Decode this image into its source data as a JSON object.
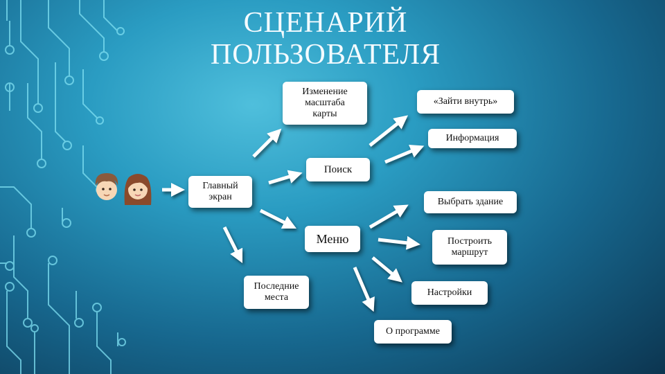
{
  "slide": {
    "title_line1": "СЦЕНАРИЙ",
    "title_line2": "ПОЛЬЗОВАТЕЛЯ",
    "accent": "#2a9cc2",
    "box_color": "#ffffff"
  },
  "nodes": {
    "main_screen": "Главный\nэкран",
    "search": "Поиск",
    "menu": "Меню",
    "recent": "Последние\nместа",
    "zoom": "Изменение\nмасштаба\nкарты",
    "go_inside": "«Зайти внутрь»",
    "info": "Информация",
    "choose_building": "Выбрать здание",
    "build_route": "Построить\nмаршрут",
    "settings": "Настройки",
    "about": "О программе"
  },
  "icons": {
    "users": [
      "boy-face-icon",
      "girl-face-icon"
    ]
  }
}
